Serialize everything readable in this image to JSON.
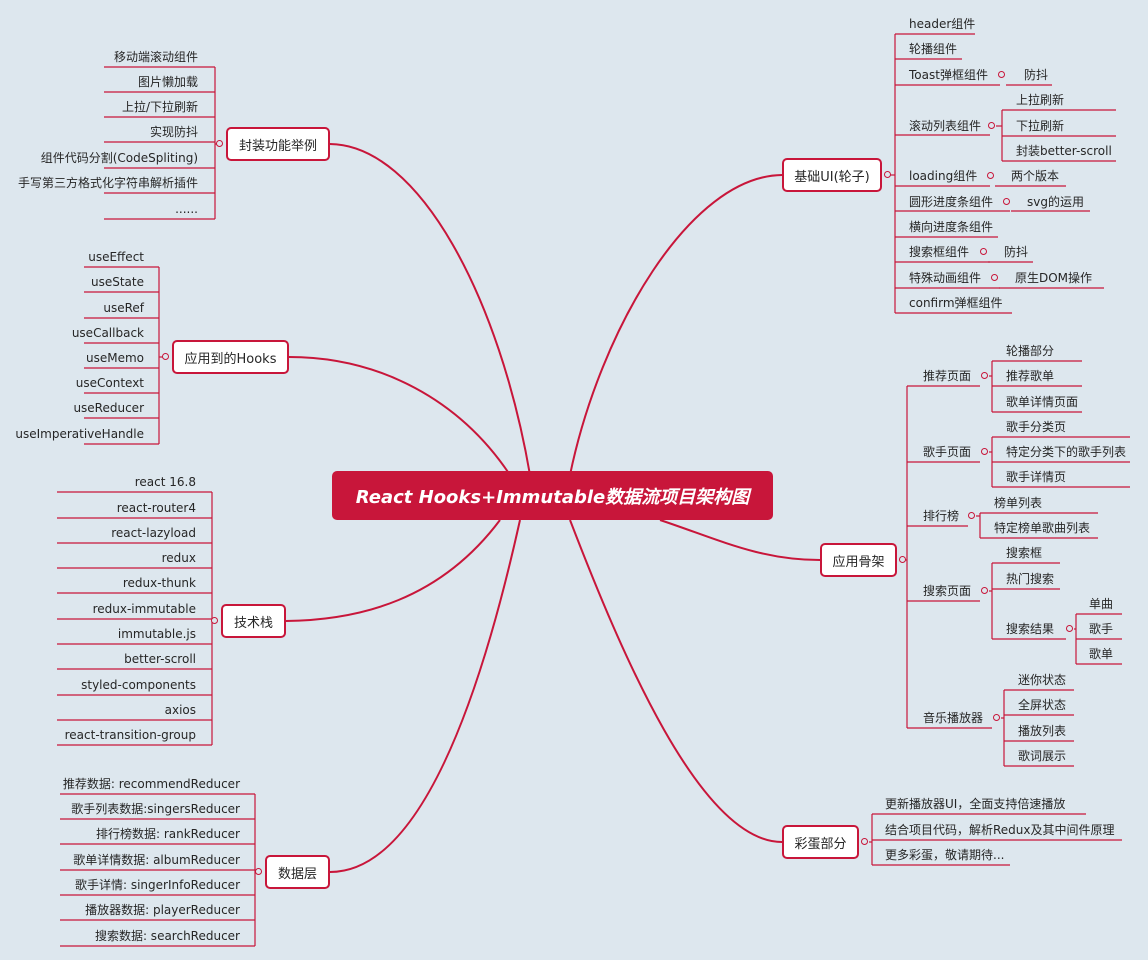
{
  "title": "React Hooks+Immutable数据流项目架构图",
  "colors": {
    "accent": "#c8163a",
    "background": "#dde7ee"
  },
  "left": [
    {
      "label": "封装功能举例",
      "items": [
        "移动端滚动组件",
        "图片懒加载",
        "上拉/下拉刷新",
        "实现防抖",
        "组件代码分割(CodeSpliting)",
        "手写第三方格式化字符串解析插件",
        "......"
      ]
    },
    {
      "label": "应用到的Hooks",
      "items": [
        "useEffect",
        "useState",
        "useRef",
        "useCallback",
        "useMemo",
        "useContext",
        "useReducer",
        "useImperativeHandle"
      ]
    },
    {
      "label": "技术栈",
      "items": [
        "react 16.8",
        "react-router4",
        "react-lazyload",
        "redux",
        "redux-thunk",
        "redux-immutable",
        "immutable.js",
        "better-scroll",
        "styled-components",
        "axios",
        "react-transition-group"
      ]
    },
    {
      "label": "数据层",
      "items": [
        "推荐数据: recommendReducer",
        "歌手列表数据:singersReducer",
        "排行榜数据: rankReducer",
        "歌单详情数据: albumReducer",
        "歌手详情: singerInfoReducer",
        "播放器数据: playerReducer",
        "搜索数据: searchReducer"
      ]
    }
  ],
  "right": [
    {
      "label": "基础UI(轮子)",
      "items": [
        {
          "label": "header组件"
        },
        {
          "label": "轮播组件"
        },
        {
          "label": "Toast弹框组件",
          "children": [
            "防抖"
          ]
        },
        {
          "label": "滚动列表组件",
          "children": [
            "上拉刷新",
            "下拉刷新",
            "封装better-scroll"
          ]
        },
        {
          "label": "loading组件",
          "children": [
            "两个版本"
          ]
        },
        {
          "label": "圆形进度条组件",
          "children": [
            "svg的运用"
          ]
        },
        {
          "label": "横向进度条组件"
        },
        {
          "label": "搜索框组件",
          "children": [
            "防抖"
          ]
        },
        {
          "label": "特殊动画组件",
          "children": [
            "原生DOM操作"
          ]
        },
        {
          "label": "confirm弹框组件"
        }
      ]
    },
    {
      "label": "应用骨架",
      "items": [
        {
          "label": "推荐页面",
          "children": [
            "轮播部分",
            "推荐歌单",
            "歌单详情页面"
          ]
        },
        {
          "label": "歌手页面",
          "children": [
            "歌手分类页",
            "特定分类下的歌手列表",
            "歌手详情页"
          ]
        },
        {
          "label": "排行榜",
          "children": [
            "榜单列表",
            "特定榜单歌曲列表"
          ]
        },
        {
          "label": "搜索页面",
          "children": [
            "搜索框",
            "热门搜索",
            "搜索结果"
          ],
          "grandchildren": [
            "单曲",
            "歌手",
            "歌单"
          ]
        },
        {
          "label": "音乐播放器",
          "children": [
            "迷你状态",
            "全屏状态",
            "播放列表",
            "歌词展示"
          ]
        }
      ]
    },
    {
      "label": "彩蛋部分",
      "items": [
        {
          "label": "更新播放器UI，全面支持倍速播放"
        },
        {
          "label": "结合项目代码，解析Redux及其中间件原理"
        },
        {
          "label": "更多彩蛋，敬请期待..."
        }
      ]
    }
  ]
}
